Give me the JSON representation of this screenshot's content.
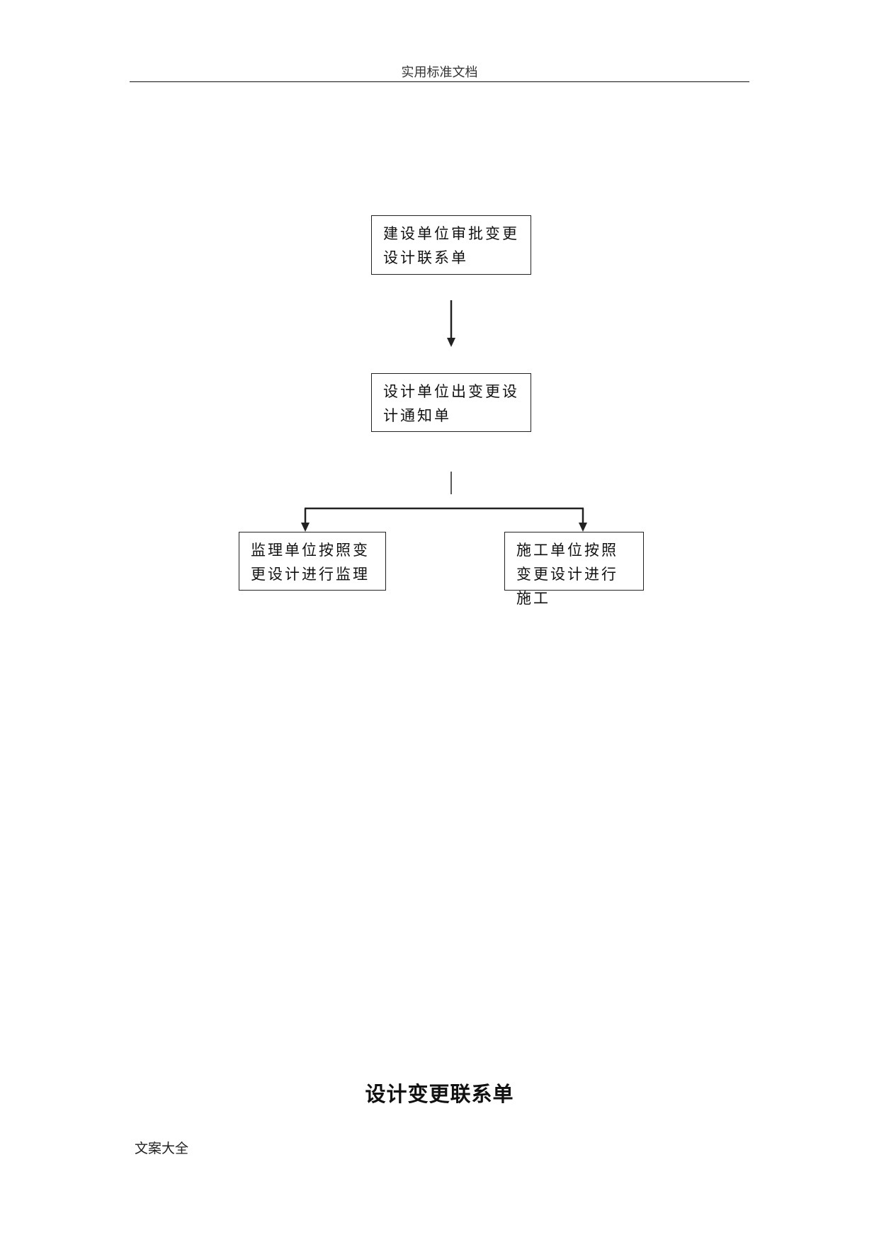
{
  "header": {
    "title": "实用标准文档"
  },
  "flowchart": {
    "step1": "建设单位审批变更设计联系单",
    "step2": "设计单位出变更设计通知单",
    "branch_left": "监理单位按照变更设计进行监理",
    "branch_right": "施工单位按照变更设计进行施工"
  },
  "document": {
    "title": "设计变更联系单"
  },
  "footer": {
    "text": "文案大全"
  },
  "colors": {
    "line": "#222222",
    "text": "#111111"
  }
}
